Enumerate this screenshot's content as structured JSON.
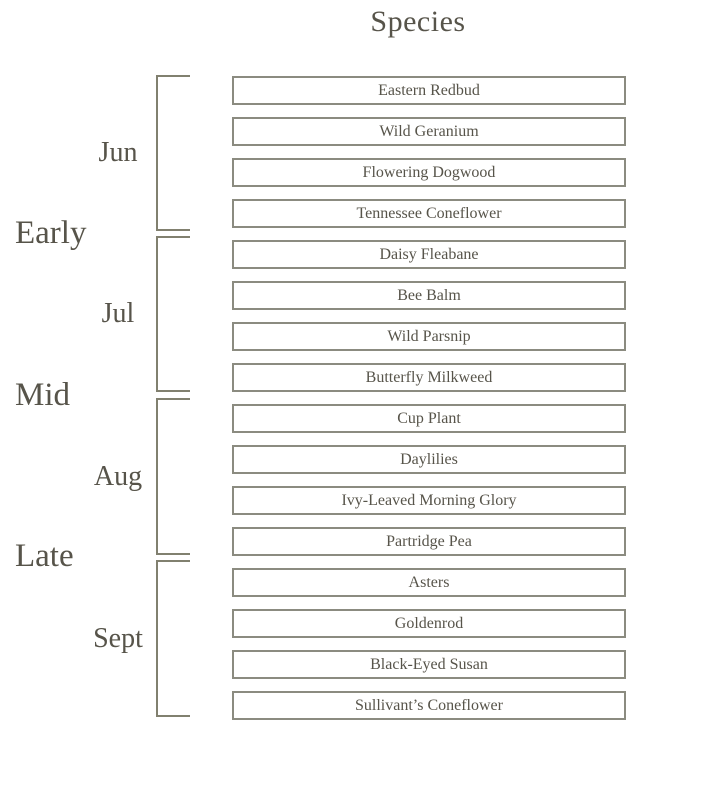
{
  "title": "Species",
  "periods": [
    {
      "label": "Early"
    },
    {
      "label": "Mid"
    },
    {
      "label": "Late"
    }
  ],
  "months": [
    {
      "label": "Jun",
      "species": [
        "Eastern Redbud",
        "Wild Geranium",
        "Flowering Dogwood",
        "Tennessee Coneflower"
      ]
    },
    {
      "label": "Jul",
      "species": [
        "Daisy Fleabane",
        "Bee Balm",
        "Wild Parsnip",
        "Butterfly Milkweed"
      ]
    },
    {
      "label": "Aug",
      "species": [
        "Cup Plant",
        "Daylilies",
        "Ivy-Leaved Morning Glory",
        "Partridge Pea"
      ]
    },
    {
      "label": "Sept",
      "species": [
        "Asters",
        "Goldenrod",
        "Black-Eyed Susan",
        "Sullivant’s Coneflower"
      ]
    }
  ],
  "colors": {
    "background": "#ffffff",
    "text": "#57544A",
    "box_border": "#8B8B80",
    "bracket": "#81806F"
  }
}
